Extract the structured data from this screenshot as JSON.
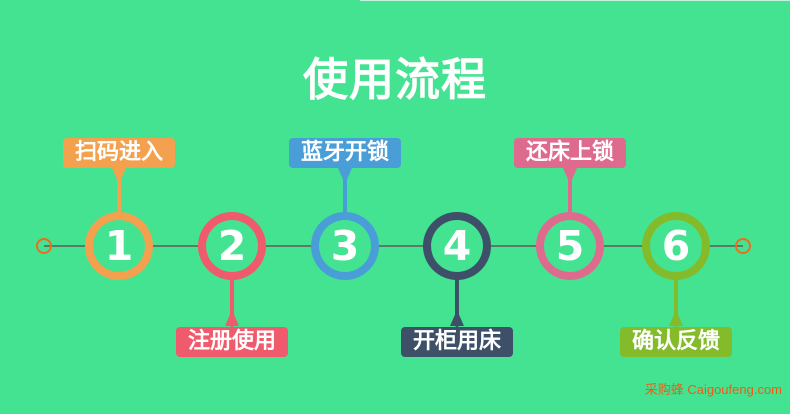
{
  "title": "使用流程",
  "steps": [
    {
      "number": "1",
      "label": "扫码进入",
      "color": "#f3a14f",
      "position": "top"
    },
    {
      "number": "2",
      "label": "注册使用",
      "color": "#ef5a6c",
      "position": "bottom"
    },
    {
      "number": "3",
      "label": "蓝牙开锁",
      "color": "#4a9ed7",
      "position": "top"
    },
    {
      "number": "4",
      "label": "开柜用床",
      "color": "#3d5068",
      "position": "bottom"
    },
    {
      "number": "5",
      "label": "还床上锁",
      "color": "#de6b8e",
      "position": "top"
    },
    {
      "number": "6",
      "label": "确认反馈",
      "color": "#83bb2a",
      "position": "bottom"
    }
  ],
  "watermark": "采购蜂 Caigoufeng.com",
  "colors": {
    "background": "#43e392",
    "line": "#5b7a68",
    "endpoint": "#f06a1e"
  }
}
